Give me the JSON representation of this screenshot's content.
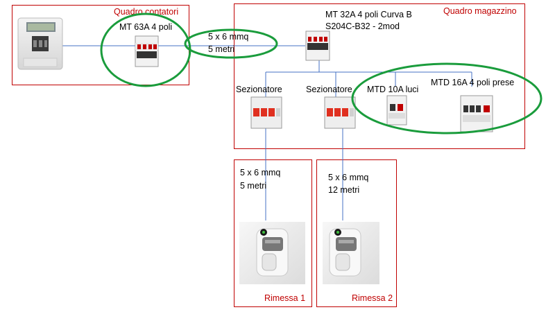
{
  "boxes": {
    "quadro_contatori": {
      "title": "Quadro contatori"
    },
    "quadro_magazzino": {
      "title": "Quadro magazzino"
    },
    "rimessa_1": {
      "title": "Rimessa 1"
    },
    "rimessa_2": {
      "title": "Rimessa 2"
    }
  },
  "labels": {
    "mt_63a": "MT 63A 4 poli",
    "cable_main_section": "5 x 6 mmq",
    "cable_main_length": "5 metri",
    "mt_32a_line1": "MT 32A 4 poli Curva B",
    "mt_32a_line2": "S204C-B32 - 2mod",
    "sezionatore_1": "Sezionatore",
    "sezionatore_2": "Sezionatore",
    "mtd_10a": "MTD 10A luci",
    "mtd_16a": "MTD 16A 4 poli prese",
    "cable_r1_section": "5 x 6 mmq",
    "cable_r1_length": "5 metri",
    "cable_r2_section": "5 x 6 mmq",
    "cable_r2_length": "12 metri"
  },
  "colors": {
    "box_border": "#c00000",
    "box_title": "#c00000",
    "wire": "#4472c4",
    "highlight_ellipse": "#1a9c3c"
  }
}
